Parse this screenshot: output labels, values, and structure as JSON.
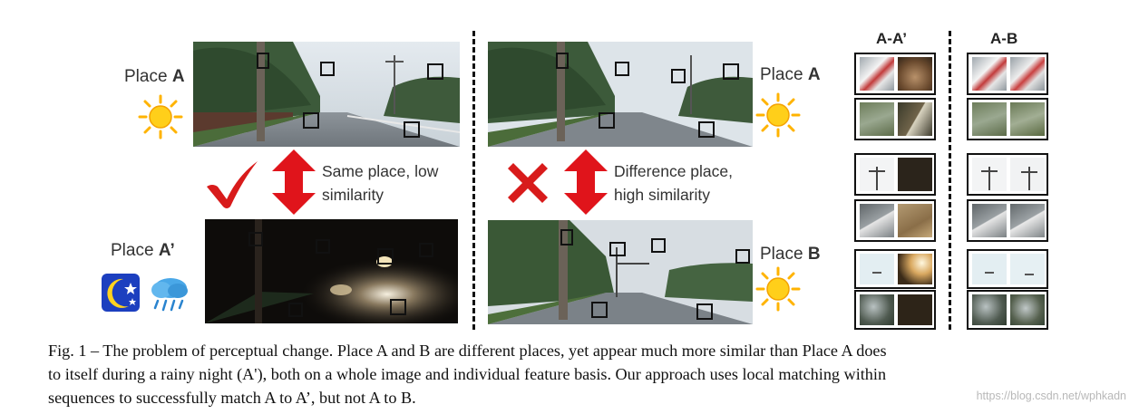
{
  "figure": {
    "left_panel": {
      "top_label_prefix": "Place ",
      "top_label_letter": "A",
      "bottom_label_prefix": "Place ",
      "bottom_label_letter": "A’",
      "note_line1": "Same place, low",
      "note_line2": "similarity"
    },
    "right_panel": {
      "top_label_prefix": "Place ",
      "top_label_letter": "A",
      "bottom_label_prefix": "Place ",
      "bottom_label_letter": "B",
      "note_line1": "Difference place,",
      "note_line2": "high similarity"
    },
    "patches": {
      "header_left": "A-A’",
      "header_right": "A-B"
    },
    "icons": [
      "sun-icon",
      "moon-stars-icon",
      "rain-cloud-icon",
      "checkmark-icon",
      "cross-icon",
      "double-arrow-icon"
    ],
    "colors": {
      "check_red": "#d81b1b",
      "arrow_red": "#e0141b",
      "sun_yellow": "#ffc400"
    }
  },
  "caption": {
    "line1": "Fig. 1 – The problem of perceptual change. Place A and B are different places, yet appear much more similar than Place A does",
    "line2": "to itself during a rainy night (A'), both on a whole image and individual feature basis. Our approach uses local matching within",
    "line3": "sequences to successfully match A to A’, but not A to B."
  },
  "watermark": "https://blog.csdn.net/wphkadn"
}
